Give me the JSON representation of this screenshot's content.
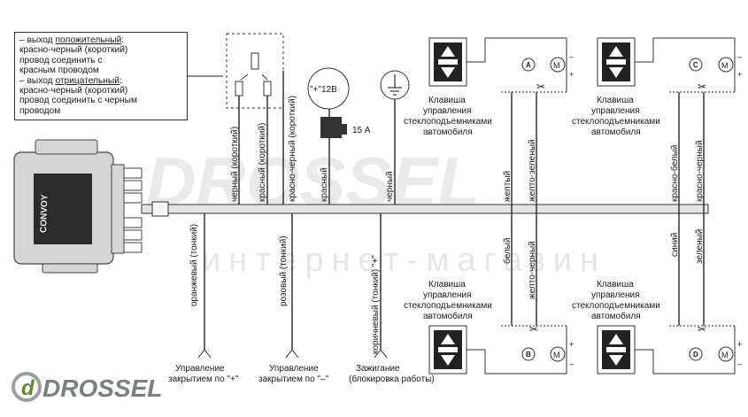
{
  "note": {
    "line1_prefix": "– выход ",
    "line1_key": "положительный",
    "line1_rest": ":",
    "line2": "красно-черный (короткий)",
    "line3": "провод соединить с",
    "line4": "красным проводом",
    "line5_prefix": "– выход ",
    "line5_key": "отрицательный",
    "line5_rest": ":",
    "line6": "красно-черный (короткий)",
    "line7": "провод соединить с черным",
    "line8": "проводом"
  },
  "module": {
    "logo": "CONVOY"
  },
  "watermark": {
    "big": "DROSSEL",
    "sub": "интернет-магазин",
    "corner": "DROSSEL"
  },
  "power": {
    "voltage": "\"+\"12В",
    "fuse": "15 А"
  },
  "wires_top": {
    "w1": "черный (короткий)",
    "w2": "красный (короткий)",
    "w3": "красно-черный (короткий)",
    "w4": "красный",
    "w5": "черный"
  },
  "wires_bottom": {
    "w1": "оранжевый (тонкий)",
    "w2": "розовый (тонкий)",
    "w3": "коричневый (тонкий) \"+\""
  },
  "bottom_labels": {
    "l1a": "Управление",
    "l1b": "закрытием по \"+\"",
    "l2a": "Управление",
    "l2b": "закрытием по \"–\"",
    "l3a": "Зажигание",
    "l3b": "(блокировка работы)"
  },
  "right_wires": {
    "top_left1": "желтый",
    "top_left2": "желто-зеленый",
    "top_right1": "красно-белый",
    "top_right2": "красно-черный",
    "bot_left1": "белый",
    "bot_left2": "желто-черный",
    "bot_right1": "синий",
    "bot_right2": "зеленый"
  },
  "switch_label": {
    "l1": "Клавиша",
    "l2": "управления",
    "l3": "стеклоподъемниками",
    "l4": "автомобиля"
  },
  "motors": {
    "a": "A",
    "b": "B",
    "c": "C",
    "d": "D",
    "m": "M",
    "plus": "+",
    "minus": "–"
  }
}
